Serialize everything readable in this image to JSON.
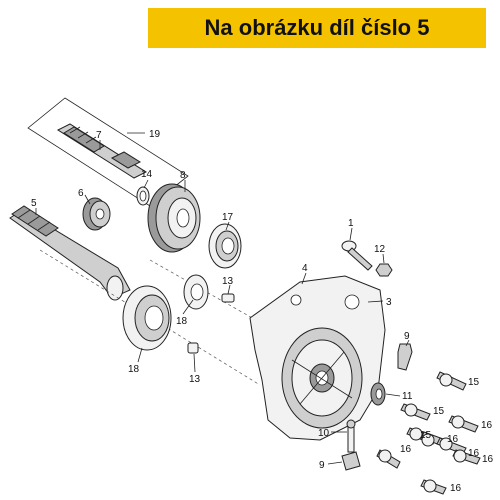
{
  "banner": {
    "text": "Na obrázku díl číslo 5",
    "color": "#f5c200"
  },
  "callouts": {
    "c1": "1",
    "c3": "3",
    "c4": "4",
    "c5": "5",
    "c6": "6",
    "c7": "7",
    "c8": "8",
    "c9a": "9",
    "c9b": "9",
    "c10": "10",
    "c11": "11",
    "c12": "12",
    "c13a": "13",
    "c13b": "13",
    "c14": "14",
    "c15a": "15",
    "c15b": "15",
    "c15c": "15",
    "c16a": "16",
    "c16b": "16",
    "c16c": "16",
    "c16d": "16",
    "c16e": "16",
    "c16f": "16",
    "c17": "17",
    "c18a": "18",
    "c18b": "18",
    "c19": "19"
  }
}
